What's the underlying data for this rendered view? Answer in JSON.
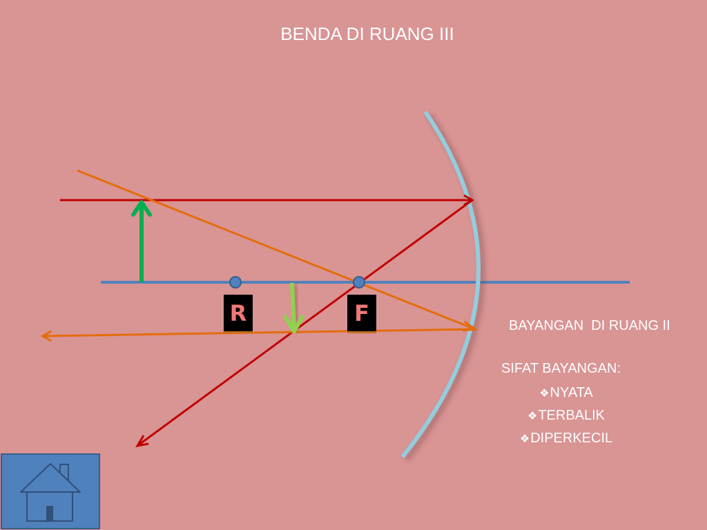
{
  "slide": {
    "title": "BENDA DI RUANG III"
  },
  "diagram": {
    "label_r": "R",
    "label_f": "F",
    "colors": {
      "background": "#d99494",
      "principal_axis": "#4f81bd",
      "mirror": "#93cddd",
      "object_arrow": "#00b050",
      "image_arrow": "#92d050",
      "ray_red": "#c00000",
      "ray_orange": "#e46c0a"
    }
  },
  "info": {
    "image_location": "BAYANGAN  DI RUANG II",
    "properties_heading": "SIFAT BAYANGAN:",
    "bullet": "❖",
    "properties": [
      "NYATA",
      "TERBALIK",
      "DIPERKECIL"
    ]
  },
  "nav": {
    "home_icon": "home-icon",
    "button_color": "#4f81bd"
  }
}
